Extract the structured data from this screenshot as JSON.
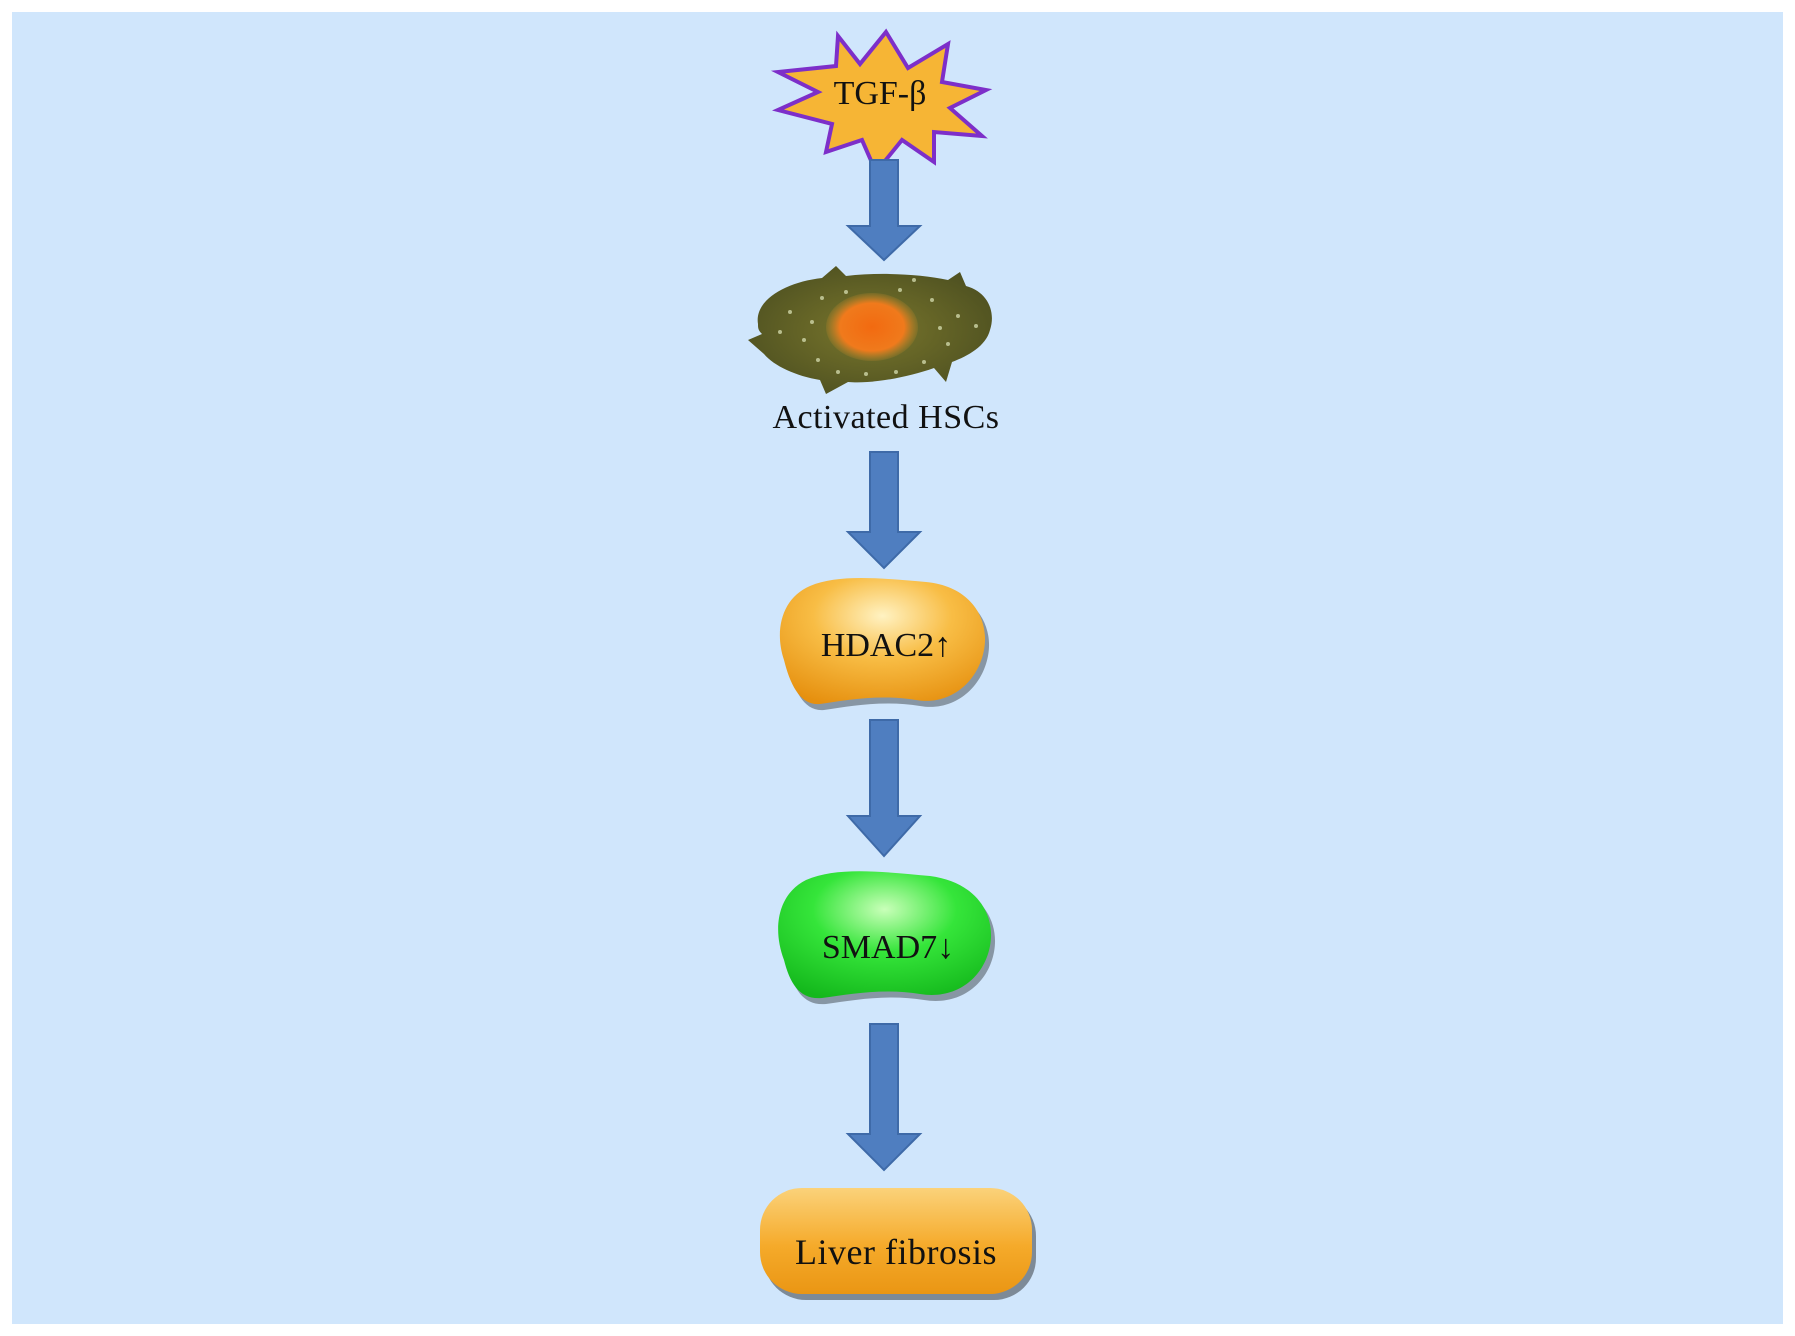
{
  "diagram": {
    "nodes": {
      "tgf": {
        "label": "TGF-β"
      },
      "hsc": {
        "label": "Activated HSCs"
      },
      "hdac2": {
        "label": "HDAC2↑"
      },
      "smad7": {
        "label": "SMAD7↓"
      },
      "fibrosis": {
        "label": "Liver fibrosis"
      }
    },
    "edges": [
      {
        "from": "tgf",
        "to": "hsc"
      },
      {
        "from": "hsc",
        "to": "hdac2"
      },
      {
        "from": "hdac2",
        "to": "smad7"
      },
      {
        "from": "smad7",
        "to": "fibrosis"
      }
    ]
  },
  "colors": {
    "background": "#d0e6fc",
    "star_fill": "#f6b535",
    "star_stroke": "#7d2fc9",
    "cell_body": "#5a5a24",
    "cell_nucleus": "#f06c12",
    "orange_node": "#f7ab2c",
    "green_node": "#27d62d",
    "arrow": "#4f7ec0"
  }
}
